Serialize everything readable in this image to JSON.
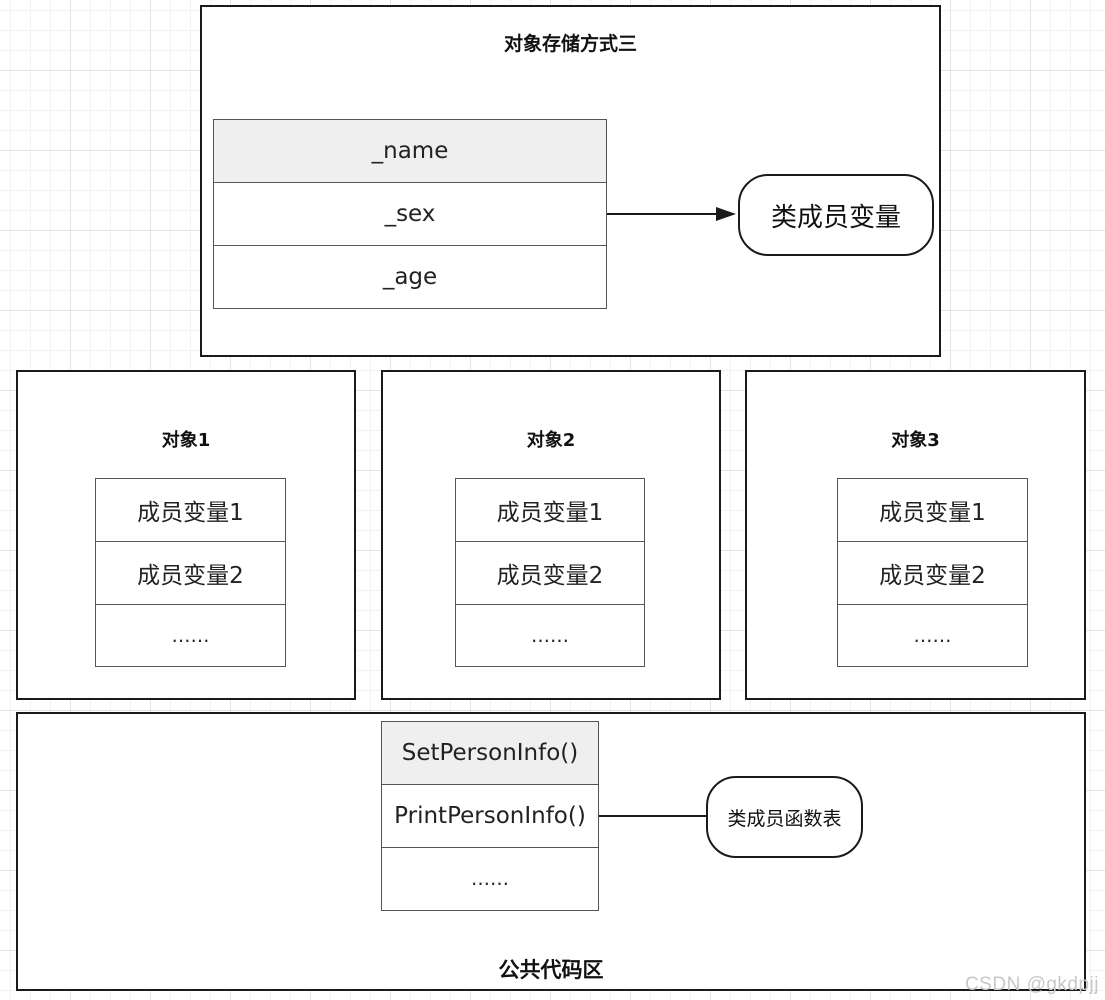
{
  "storage_frame": {
    "title": "对象存储方式三",
    "fields": [
      "_name",
      "_sex",
      "_age"
    ],
    "label": "类成员变量"
  },
  "objects": [
    {
      "title": "对象1",
      "rows": [
        "成员变量1",
        "成员变量2",
        "……"
      ]
    },
    {
      "title": "对象2",
      "rows": [
        "成员变量1",
        "成员变量2",
        "……"
      ]
    },
    {
      "title": "对象3",
      "rows": [
        "成员变量1",
        "成员变量2",
        "……"
      ]
    }
  ],
  "public_code": {
    "title": "公共代码区",
    "functions": [
      "SetPersonInfo()",
      "PrintPersonInfo()",
      "……"
    ],
    "label": "类成员函数表"
  },
  "watermark": "CSDN @gkdpjj"
}
